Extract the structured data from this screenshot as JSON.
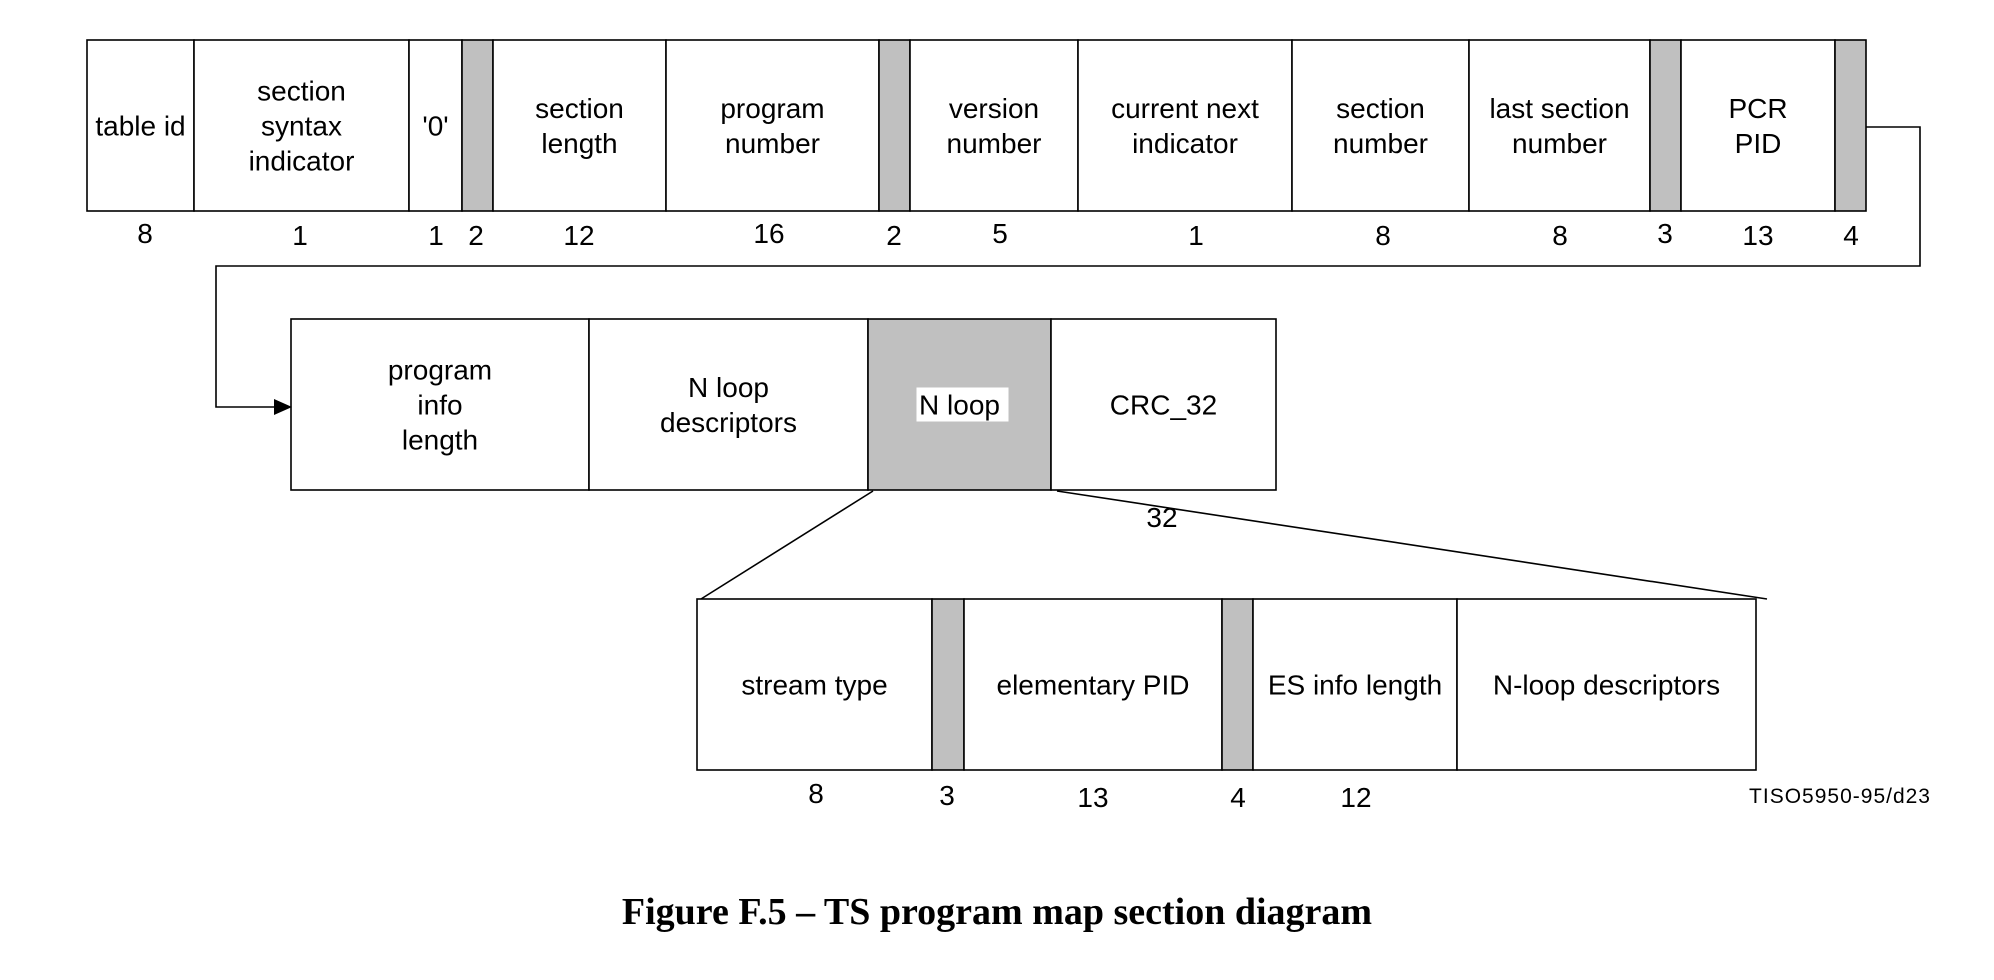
{
  "row1": {
    "fields": [
      {
        "label": "table id",
        "bits": "8",
        "reserved": false
      },
      {
        "label": "section syntax indicator",
        "bits": "1",
        "reserved": false
      },
      {
        "label": "'0'",
        "bits": "1",
        "reserved": false
      },
      {
        "label": "",
        "bits": "2",
        "reserved": true
      },
      {
        "label": "section length",
        "bits": "12",
        "reserved": false
      },
      {
        "label": "program number",
        "bits": "16",
        "reserved": false
      },
      {
        "label": "",
        "bits": "2",
        "reserved": true
      },
      {
        "label": "version number",
        "bits": "5",
        "reserved": false
      },
      {
        "label": "current next indicator",
        "bits": "1",
        "reserved": false
      },
      {
        "label": "section number",
        "bits": "8",
        "reserved": false
      },
      {
        "label": "last section number",
        "bits": "8",
        "reserved": false
      },
      {
        "label": "",
        "bits": "3",
        "reserved": true
      },
      {
        "label": "PCR PID",
        "bits": "13",
        "reserved": false
      },
      {
        "label": "",
        "bits": "4",
        "reserved": true
      }
    ]
  },
  "row2": {
    "fields": [
      {
        "label": "program info length",
        "bits": "",
        "reserved": false
      },
      {
        "label": "N loop descriptors",
        "bits": "",
        "reserved": false
      },
      {
        "label": "N loop",
        "bits": "",
        "reserved": true,
        "highlight": true
      },
      {
        "label": "CRC_32",
        "bits": "32",
        "reserved": false
      }
    ]
  },
  "row3": {
    "fields": [
      {
        "label": "stream type",
        "bits": "8",
        "reserved": false
      },
      {
        "label": "",
        "bits": "3",
        "reserved": true
      },
      {
        "label": "elementary PID",
        "bits": "13",
        "reserved": false
      },
      {
        "label": "",
        "bits": "4",
        "reserved": true
      },
      {
        "label": "ES info length",
        "bits": "12",
        "reserved": false
      },
      {
        "label": "N-loop descriptors",
        "bits": "",
        "reserved": false
      }
    ]
  },
  "figure_tag": "TISO5950-95/d23",
  "caption": "Figure F.5 – TS program map section diagram",
  "colors": {
    "reserved_fill": "#c0c0c0",
    "line": "#000000",
    "background": "#ffffff"
  }
}
